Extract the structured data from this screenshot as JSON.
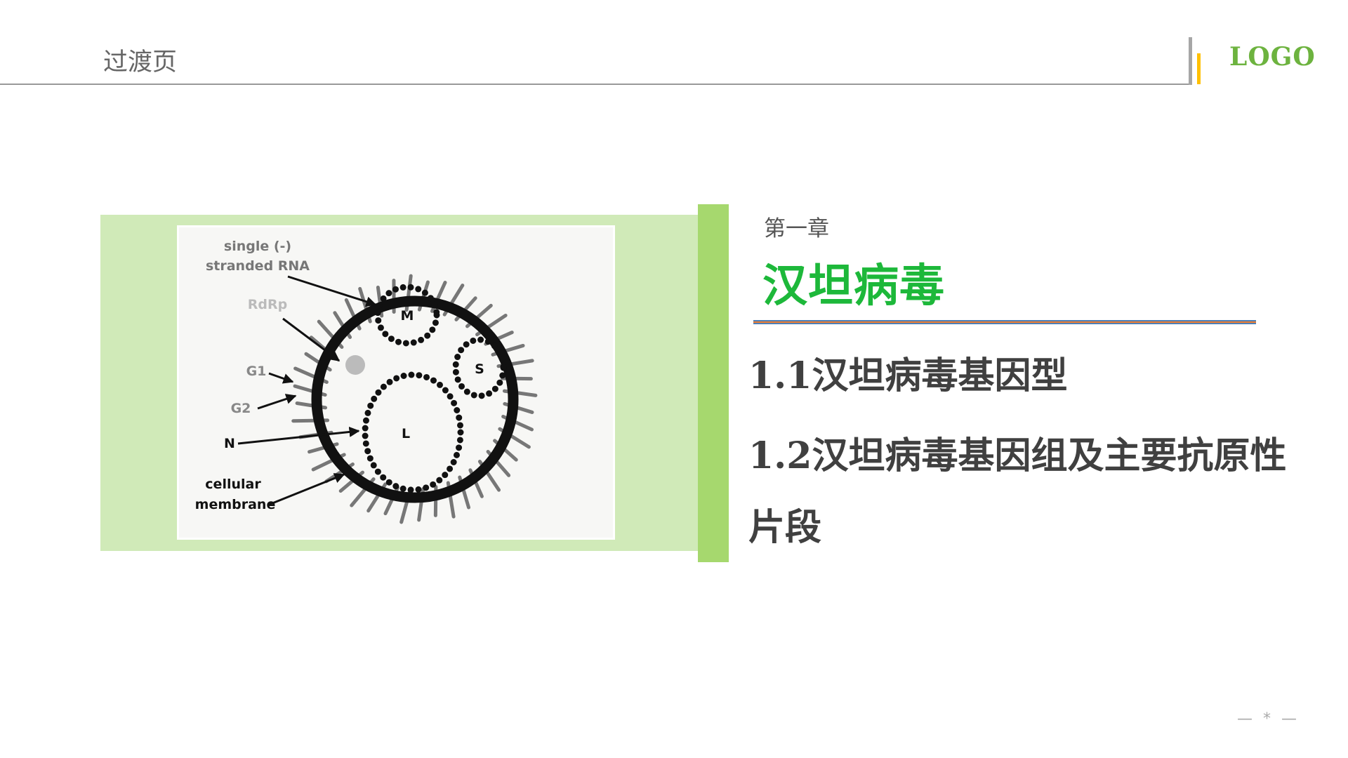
{
  "header": {
    "title": "过渡页",
    "logo": "LOGO"
  },
  "diagram": {
    "labels": {
      "rna_line1": "single (-)",
      "rna_line2": "stranded RNA",
      "rdrp": "RdRp",
      "g1": "G1",
      "g2": "G2",
      "n": "N",
      "membrane_line1": "cellular",
      "membrane_line2": "membrane",
      "segment_m": "M",
      "segment_s": "S",
      "segment_l": "L"
    }
  },
  "section": {
    "chapter": "第一章",
    "title": "汉坦病毒",
    "items": [
      "1.1汉坦病毒基因型",
      "1.2汉坦病毒基因组及主要抗原性",
      "片段"
    ]
  },
  "footer": {
    "page_marker": "— * —"
  },
  "colors": {
    "accent_green": "#1db83a",
    "panel_light": "#d0eab8",
    "panel_bar": "#a6d86e",
    "logo": "#6db33f",
    "yellow": "#ffc000"
  }
}
